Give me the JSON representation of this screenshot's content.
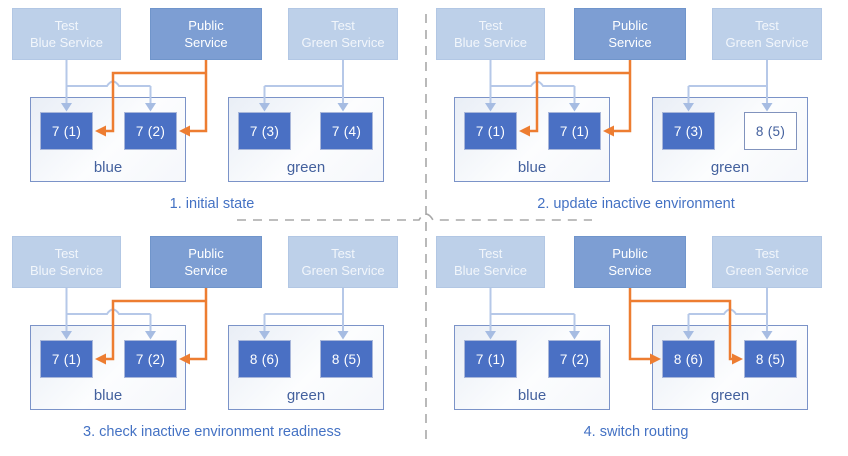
{
  "colors": {
    "accent_blue": "#4472c4",
    "pod_blue": "#4a70c4",
    "service_light_blue": "#bdd0e9",
    "service_medium_blue": "#7d9ed3",
    "connector_light_blue": "#b6c8e8",
    "connector_orange": "#ed7d31",
    "separator_gray": "#a8a8a8",
    "environment_label_blue": "#44619e"
  },
  "panels": [
    {
      "caption": "1. initial state",
      "public_routes_to": "blue",
      "services": {
        "test_blue": {
          "line1": "Test",
          "line2": "Blue Service"
        },
        "public": {
          "line1": "Public",
          "line2": "Service"
        },
        "test_green": {
          "line1": "Test",
          "line2": "Green Service"
        }
      },
      "environments": {
        "blue": {
          "label": "blue",
          "pods": [
            {
              "label": "7 (1)",
              "variant": "solid"
            },
            {
              "label": "7 (2)",
              "variant": "solid"
            }
          ]
        },
        "green": {
          "label": "green",
          "pods": [
            {
              "label": "7 (3)",
              "variant": "solid"
            },
            {
              "label": "7 (4)",
              "variant": "solid"
            }
          ]
        }
      }
    },
    {
      "caption": "2. update inactive environment",
      "public_routes_to": "blue",
      "services": {
        "test_blue": {
          "line1": "Test",
          "line2": "Blue Service"
        },
        "public": {
          "line1": "Public",
          "line2": "Service"
        },
        "test_green": {
          "line1": "Test",
          "line2": "Green Service"
        }
      },
      "environments": {
        "blue": {
          "label": "blue",
          "pods": [
            {
              "label": "7 (1)",
              "variant": "solid"
            },
            {
              "label": "7 (1)",
              "variant": "solid"
            }
          ]
        },
        "green": {
          "label": "green",
          "pods": [
            {
              "label": "7 (3)",
              "variant": "solid"
            },
            {
              "label": "8 (5)",
              "variant": "outline"
            }
          ]
        }
      }
    },
    {
      "caption": "3. check inactive environment readiness",
      "public_routes_to": "blue",
      "services": {
        "test_blue": {
          "line1": "Test",
          "line2": "Blue Service"
        },
        "public": {
          "line1": "Public",
          "line2": "Service"
        },
        "test_green": {
          "line1": "Test",
          "line2": "Green Service"
        }
      },
      "environments": {
        "blue": {
          "label": "blue",
          "pods": [
            {
              "label": "7 (1)",
              "variant": "solid"
            },
            {
              "label": "7 (2)",
              "variant": "solid"
            }
          ]
        },
        "green": {
          "label": "green",
          "pods": [
            {
              "label": "8 (6)",
              "variant": "solid"
            },
            {
              "label": "8 (5)",
              "variant": "solid"
            }
          ]
        }
      }
    },
    {
      "caption": "4. switch routing",
      "public_routes_to": "green",
      "services": {
        "test_blue": {
          "line1": "Test",
          "line2": "Blue Service"
        },
        "public": {
          "line1": "Public",
          "line2": "Service"
        },
        "test_green": {
          "line1": "Test",
          "line2": "Green Service"
        }
      },
      "environments": {
        "blue": {
          "label": "blue",
          "pods": [
            {
              "label": "7 (1)",
              "variant": "solid"
            },
            {
              "label": "7 (2)",
              "variant": "solid"
            }
          ]
        },
        "green": {
          "label": "green",
          "pods": [
            {
              "label": "8 (6)",
              "variant": "solid"
            },
            {
              "label": "8 (5)",
              "variant": "solid"
            }
          ]
        }
      }
    }
  ]
}
